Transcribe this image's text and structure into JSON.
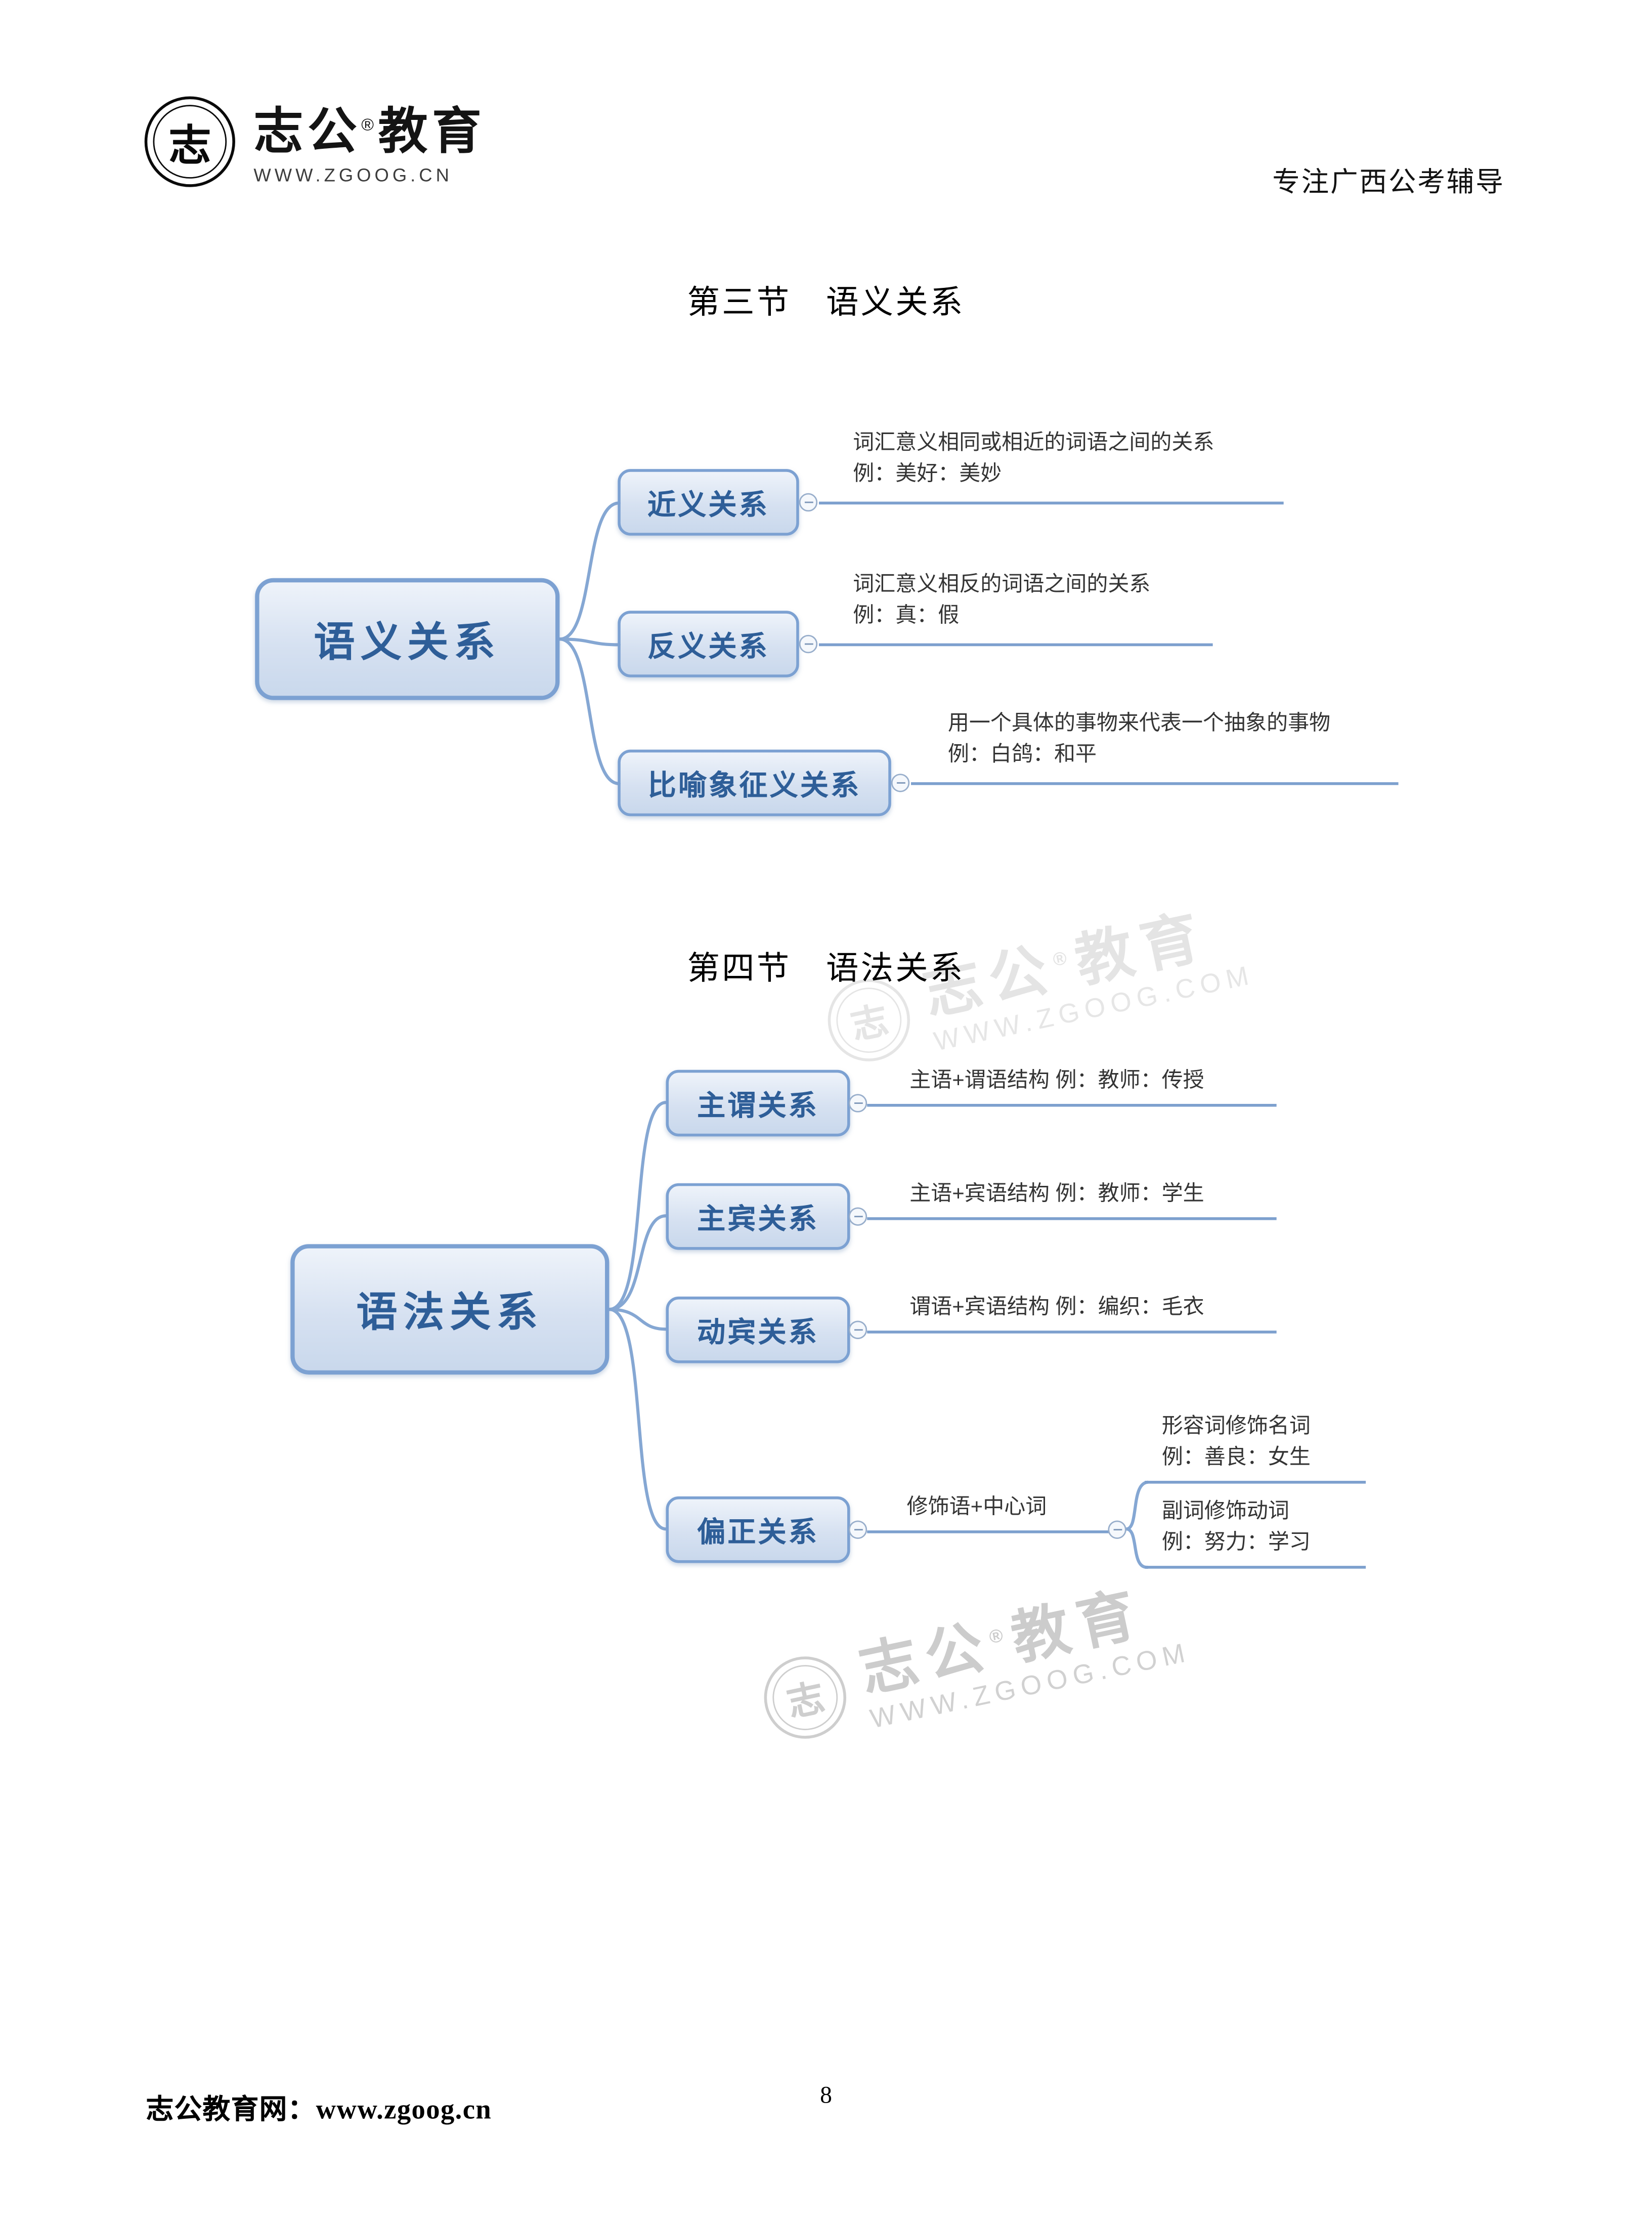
{
  "header": {
    "logo": {
      "seal_char": "志",
      "brand_a": "志公",
      "reg": "®",
      "brand_b": "教育",
      "url": "WWW.ZGOOG.CN"
    },
    "tagline": "专注广西公考辅导"
  },
  "section3": {
    "title": "第三节　语义关系",
    "root": "语义关系",
    "branches": [
      {
        "label": "近义关系",
        "desc": "词汇意义相同或相近的词语之间的关系",
        "example": "例：美好：美妙"
      },
      {
        "label": "反义关系",
        "desc": "词汇意义相反的词语之间的关系",
        "example": "例：真：假"
      },
      {
        "label": "比喻象征义关系",
        "desc": "用一个具体的事物来代表一个抽象的事物",
        "example": "例：白鸽：和平"
      }
    ]
  },
  "section4": {
    "title": "第四节　语法关系",
    "root": "语法关系",
    "branches": [
      {
        "label": "主谓关系",
        "desc": "主语+谓语结构 例：教师：传授"
      },
      {
        "label": "主宾关系",
        "desc": "主语+宾语结构 例：教师：学生"
      },
      {
        "label": "动宾关系",
        "desc": "谓语+宾语结构 例：编织：毛衣"
      },
      {
        "label": "偏正关系",
        "desc": "修饰语+中心词",
        "children": [
          {
            "desc": "形容词修饰名词",
            "example": "例：善良：女生"
          },
          {
            "desc": "副词修饰动词",
            "example": "例：努力：学习"
          }
        ]
      }
    ]
  },
  "watermark": {
    "seal_char": "志",
    "brand_a": "志公",
    "reg": "®",
    "brand_b": "教育",
    "url": "WWW.ZGOOG.COM"
  },
  "footer": {
    "site": "志公教育网：www.zgoog.cn",
    "page_number": "8"
  },
  "colors": {
    "node_border": "#7ca1d2",
    "node_fill": "#d6e1f1",
    "node_text": "#2e5e98",
    "connector": "#85a7d3",
    "watermark": "#c9c9c9"
  }
}
